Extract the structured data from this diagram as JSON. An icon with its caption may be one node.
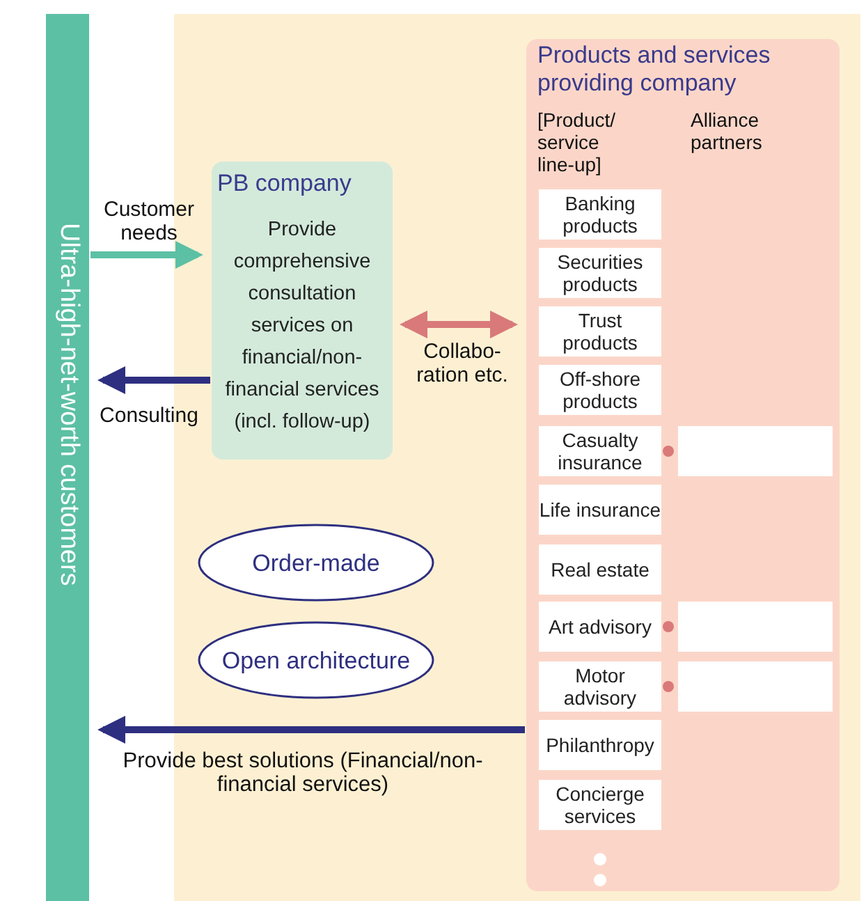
{
  "diagram": {
    "nodes": [
      {
        "text": [
          "Ultra-high-net-worth customers"
        ]
      },
      {
        "text": [
          "PB company",
          "Provide comprehensive consultation services on financial/non-financial services (incl. follow-up)"
        ]
      },
      {
        "text": [
          "Products and services providing company",
          "[Product/ service line-up]",
          "Alliance partners"
        ]
      },
      {
        "text": [
          "Banking products"
        ],
        "in": 2
      },
      {
        "text": [
          "Securities products"
        ],
        "in": 2
      },
      {
        "text": [
          "Trust products"
        ],
        "in": 2
      },
      {
        "text": [
          "Off-shore products"
        ],
        "in": 2
      },
      {
        "text": [
          "Casualty insurance"
        ],
        "in": 2
      },
      {
        "text": [
          "Life insurance"
        ],
        "in": 2
      },
      {
        "text": [
          "Real estate"
        ],
        "in": 2
      },
      {
        "text": [
          "Art advisory"
        ],
        "in": 2
      },
      {
        "text": [
          "Motor advisory"
        ],
        "in": 2
      },
      {
        "text": [
          "Philanthropy"
        ],
        "in": 2
      },
      {
        "text": [
          "Concierge services"
        ],
        "in": 2
      },
      {
        "text": [],
        "shape": "box",
        "in": 2
      },
      {
        "text": [],
        "shape": "box",
        "in": 2
      },
      {
        "text": [],
        "shape": "box",
        "in": 2
      },
      {
        "text": [
          "Order-made"
        ]
      },
      {
        "text": [
          "Open architecture"
        ]
      }
    ],
    "edges": [
      {
        "from": 0,
        "to": 1,
        "arrow": "to",
        "label": "Customer needs",
        "color": "#5cc0a4"
      },
      {
        "from": 1,
        "to": 0,
        "arrow": "to",
        "label": "Consulting",
        "color": "#2e2f80"
      },
      {
        "from": 1,
        "to": 2,
        "arrow": "both",
        "label": "Collabo- ration etc.",
        "color": "#d9797a"
      },
      {
        "from": 2,
        "to": 0,
        "arrow": "to",
        "label": "Provide best solutions (Financial/non-financial services)",
        "color": "#2e2f80"
      }
    ]
  }
}
